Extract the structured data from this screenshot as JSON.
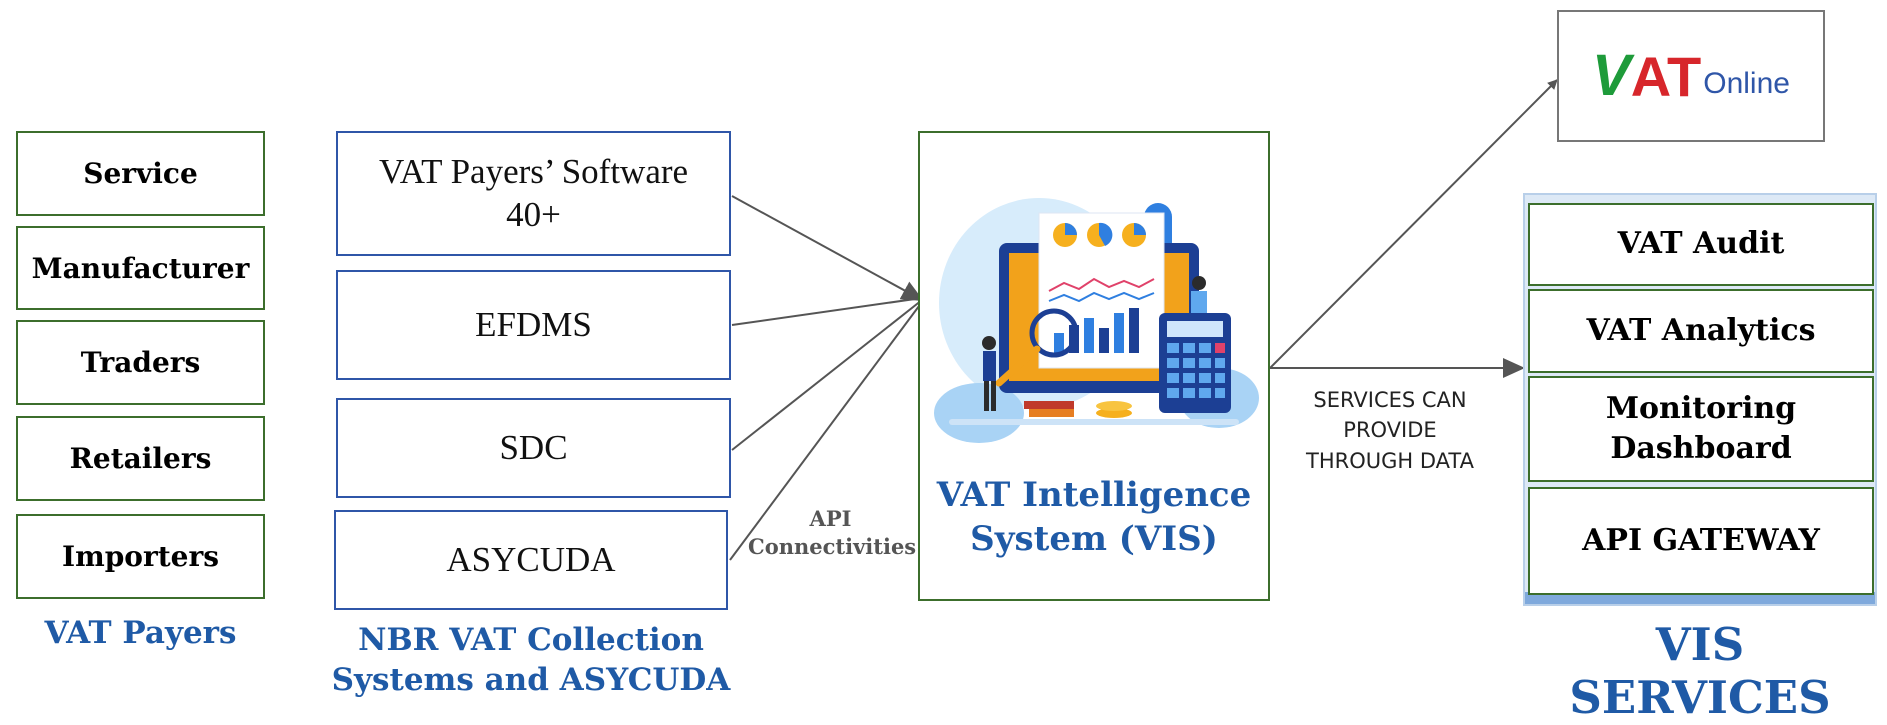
{
  "vat_payers": {
    "items": [
      "Service",
      "Manufacturer",
      "Traders",
      "Retailers",
      "Importers"
    ],
    "caption": "VAT Payers"
  },
  "collection_systems": {
    "items": [
      "VAT Payers’ Software",
      "40+",
      "EFDMS",
      "SDC",
      "ASYCUDA"
    ],
    "caption_line1": "NBR VAT Collection",
    "caption_line2": "Systems and ASYCUDA"
  },
  "api_label": {
    "line1": "API",
    "line2": "Connectivities"
  },
  "vis": {
    "title_line1": "VAT Intelligence",
    "title_line2": "System (VIS)"
  },
  "services_note": {
    "line1": "SERVICES CAN",
    "line2": "PROVIDE",
    "line3": "THROUGH DATA"
  },
  "vat_online": {
    "logo_v": "V",
    "logo_at": "AT",
    "logo_online": "Online"
  },
  "vis_services": {
    "items": [
      "VAT Audit",
      "VAT Analytics",
      "Monitoring",
      "Dashboard",
      "API GATEWAY"
    ],
    "caption": "VIS SERVICES"
  },
  "colors": {
    "caption_blue": "#1f5aa6",
    "green_border": "#3c6e2c",
    "blue_border": "#2f56a8",
    "arrow": "#555555"
  }
}
